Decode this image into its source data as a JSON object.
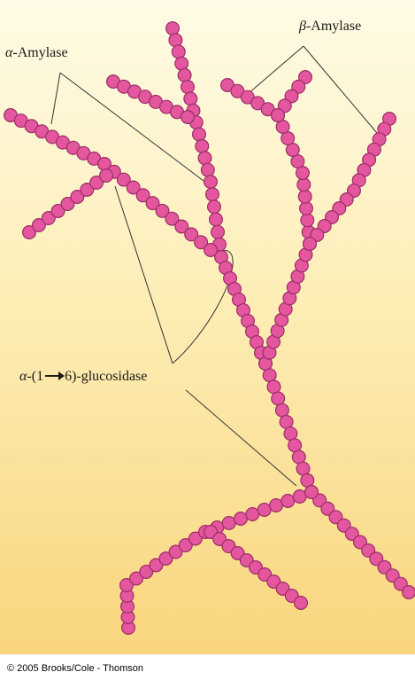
{
  "labels": {
    "alpha_amylase": {
      "greek": "α",
      "text": "-Amylase"
    },
    "beta_amylase": {
      "greek": "β",
      "text": "-Amylase"
    },
    "glucosidase": {
      "greek": "α",
      "open": "-(1",
      "close": "6)-glucosidase"
    }
  },
  "copyright": "© 2005 Brooks/Cole - Thomson",
  "colors": {
    "bead_fill": "#e4579f",
    "bead_stroke": "#9b2d66",
    "line": "#333333",
    "bg_top": "#fffbe6",
    "bg_bottom": "#f9d57d"
  },
  "icons": {
    "reaction_arrow": "right-arrow-icon"
  }
}
